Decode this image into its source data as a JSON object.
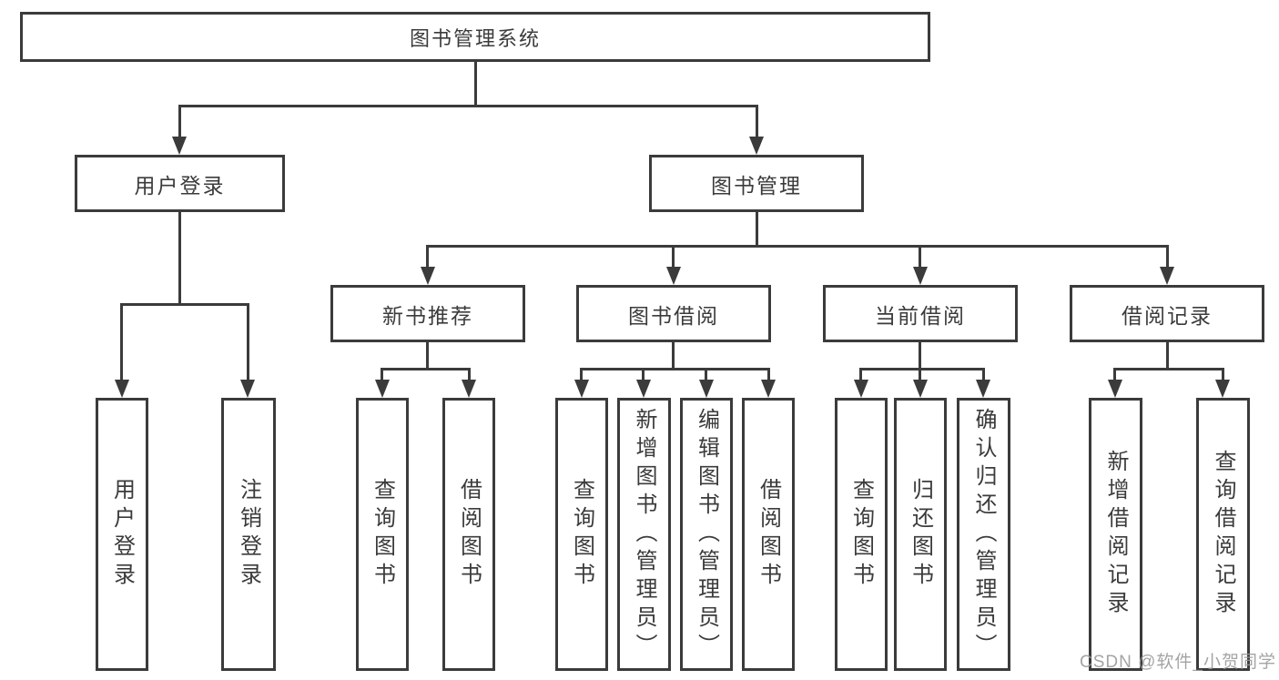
{
  "diagram": {
    "title": "图书管理系统",
    "type": "hierarchy-tree",
    "colors": {
      "line": "#3b3b3b",
      "box_border": "#3b3b3b",
      "text": "#3b3b3b",
      "background": "#ffffff",
      "watermark": "#9a9a9a"
    }
  },
  "nodes": {
    "root": {
      "label": "图书管理系统"
    },
    "level2": [
      {
        "label": "用户登录",
        "parent": "图书管理系统"
      },
      {
        "label": "图书管理",
        "parent": "图书管理系统"
      }
    ],
    "level3": [
      {
        "label": "新书推荐",
        "parent": "图书管理"
      },
      {
        "label": "图书借阅",
        "parent": "图书管理"
      },
      {
        "label": "当前借阅",
        "parent": "图书管理"
      },
      {
        "label": "借阅记录",
        "parent": "图书管理"
      }
    ],
    "leaves": [
      {
        "label": "用户登录",
        "parent": "用户登录"
      },
      {
        "label": "注销登录",
        "parent": "用户登录"
      },
      {
        "label": "查询图书",
        "parent": "新书推荐"
      },
      {
        "label": "借阅图书",
        "parent": "新书推荐"
      },
      {
        "label": "查询图书",
        "parent": "图书借阅"
      },
      {
        "label": "新增图书（管理员）",
        "parent": "图书借阅"
      },
      {
        "label": "编辑图书（管理员）",
        "parent": "图书借阅"
      },
      {
        "label": "借阅图书",
        "parent": "图书借阅"
      },
      {
        "label": "查询图书",
        "parent": "当前借阅"
      },
      {
        "label": "归还图书",
        "parent": "当前借阅"
      },
      {
        "label": "确认归还（管理员）",
        "parent": "当前借阅"
      },
      {
        "label": "新增借阅记录",
        "parent": "借阅记录"
      },
      {
        "label": "查询借阅记录",
        "parent": "借阅记录"
      }
    ]
  },
  "watermark": {
    "text": "CSDN @软件_小贺同学"
  }
}
